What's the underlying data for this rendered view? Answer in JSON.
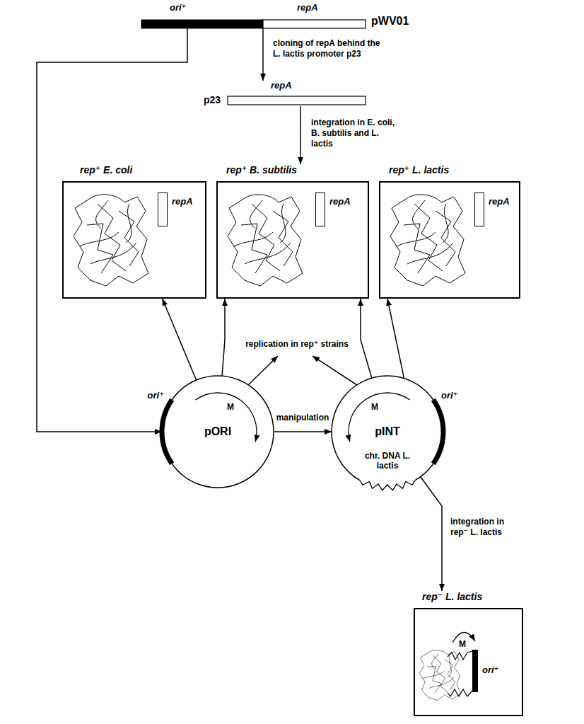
{
  "diagram": {
    "nodes": [
      {
        "text": [
          "ori⁺",
          "repA",
          "pWV01"
        ]
      },
      {
        "text": [
          "repA",
          "p23"
        ]
      },
      {
        "text": [
          "rep⁺ E. coli"
        ]
      },
      {
        "text": [
          "repA"
        ],
        "in": 2
      },
      {
        "text": [
          "rep⁺ B. subtilis"
        ]
      },
      {
        "text": [
          "repA"
        ],
        "in": 4
      },
      {
        "text": [
          "rep⁺ L. lactis"
        ]
      },
      {
        "text": [
          "repA"
        ],
        "in": 6
      },
      {
        "text": [
          "pORI",
          "M",
          "ori⁺"
        ]
      },
      {
        "text": [
          "pINT",
          "M",
          "ori⁺",
          "chr. DNA L. lactis"
        ]
      },
      {
        "text": [
          "rep⁻ L. lactis",
          "M",
          "ori⁺"
        ]
      }
    ],
    "edges": [
      {
        "from": 0,
        "to": 1,
        "label": "cloning of repA behind the L. lactis promoter p23",
        "arrow": "to"
      },
      {
        "from": 1,
        "to": 4,
        "label": "integration in E. coli, B. subtilis and L. lactis",
        "arrow": "to"
      },
      {
        "from": 0,
        "to": 8,
        "arrow": "to"
      },
      {
        "from": 8,
        "to": 9,
        "label": "manipulation",
        "arrow": "to"
      },
      {
        "from": 8,
        "to": 2,
        "arrow": "to"
      },
      {
        "from": 8,
        "to": 4,
        "arrow": "to"
      },
      {
        "from": 9,
        "to": 4,
        "arrow": "to"
      },
      {
        "from": 9,
        "to": 6,
        "arrow": "to"
      },
      {
        "from": 9,
        "to": 10,
        "label": "integration in rep⁻ L. lactis",
        "arrow": "to"
      }
    ],
    "labels": [
      "replication in rep⁺ strains"
    ]
  }
}
